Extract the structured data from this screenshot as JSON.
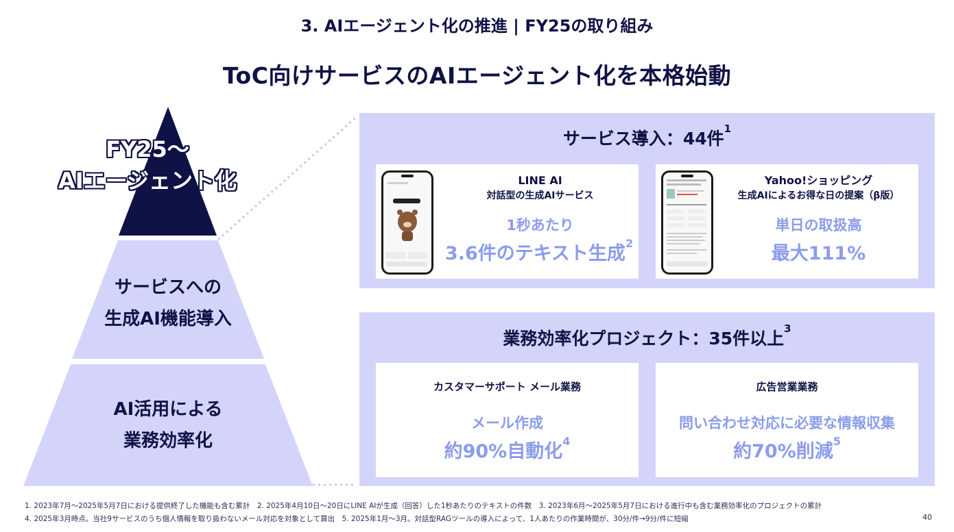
{
  "header": {
    "section_title": "3. AIエージェント化の推進 | FY25の取り組み",
    "main_title": "ToC向けサービスのAIエージェント化を本格始動"
  },
  "pyramid": {
    "top_label_line1": "FY25〜",
    "top_label_line2": "AIエージェント化",
    "mid_label_line1": "サービスへの",
    "mid_label_line2": "生成AI機能導入",
    "bottom_label_line1": "AI活用による",
    "bottom_label_line2": "業務効率化"
  },
  "services_panel": {
    "heading": "サービス導入：44件",
    "heading_note": "1",
    "cards": [
      {
        "title_line1": "LINE AI",
        "title_line2": "対話型の生成AIサービス",
        "metric_line1": "1秒あたり",
        "metric_line2": "3.6件のテキスト生成",
        "metric_note": "2"
      },
      {
        "title_line1": "Yahoo!ショッピング",
        "title_line2": "生成AIによるお得な日の提案（β版）",
        "metric_line1": "単日の取扱高",
        "metric_line2": "最大111%",
        "metric_note": ""
      }
    ]
  },
  "efficiency_panel": {
    "heading": "業務効率化プロジェクト：35件以上",
    "heading_note": "3",
    "cards": [
      {
        "title": "カスタマーサポート メール業務",
        "metric_line1": "メール作成",
        "metric_line2": "約90%自動化",
        "metric_note": "4"
      },
      {
        "title": "広告営業業務",
        "metric_line1": "問い合わせ対応に必要な情報収集",
        "metric_line2": "約70%削減",
        "metric_note": "5"
      }
    ]
  },
  "footnotes": {
    "line1": "1. 2023年7月～2025年5月7日における提供終了した機能も含む累計　2. 2025年4月10日～20日にLINE AIが生成（回答）した1秒あたりのテキストの件数　3. 2023年6月～2025年5月7日における進行中も含む業務効率化のプロジェクトの累計",
    "line2": "4. 2025年3月時点。当社9サービスのうち個人情報を取り扱わないメール対応を対象として算出　5. 2025年1月～3月。対話型RAGツールの導入によって、1人あたりの作業時間が、30分/件→9分/件に短縮"
  },
  "page_number": "40",
  "colors": {
    "navy": "#0f1245",
    "lavender": "#d4d4fb",
    "accent_blue": "#8b9ceb",
    "dotted_line": "#c8c8f2"
  }
}
